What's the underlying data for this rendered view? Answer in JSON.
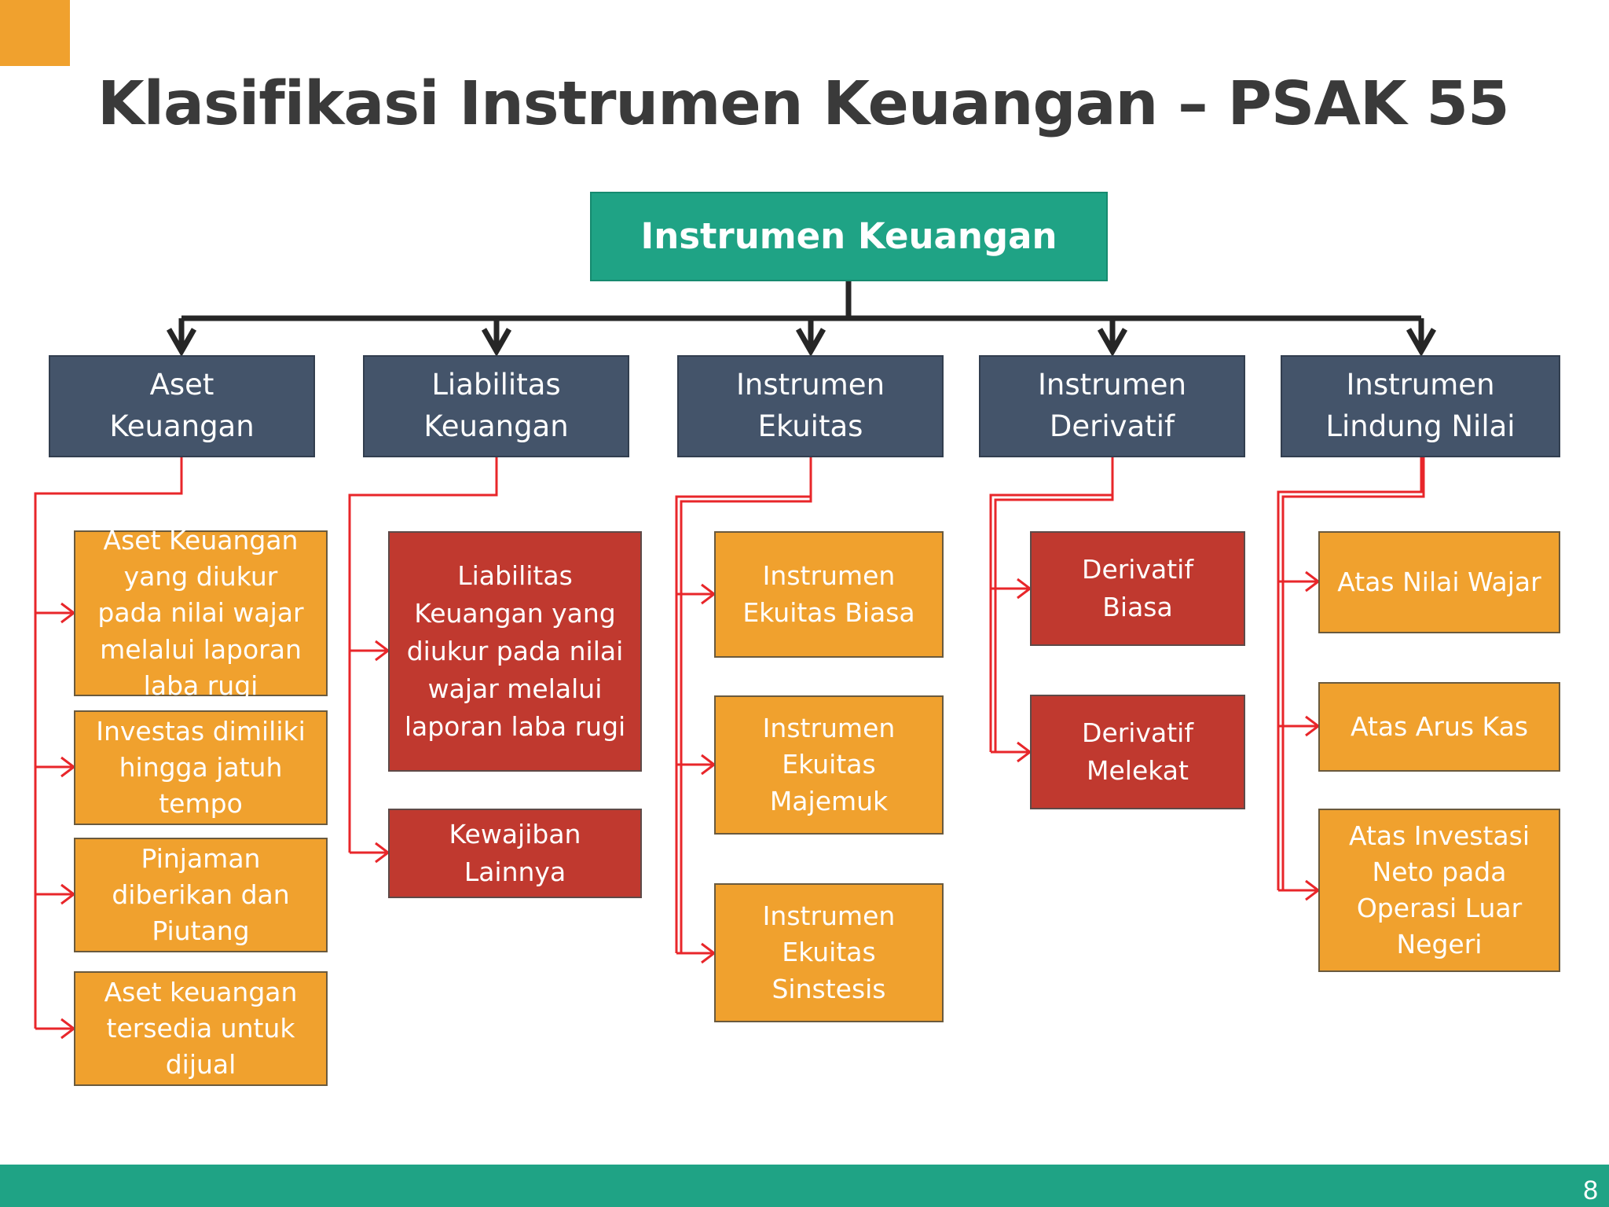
{
  "slide": {
    "title": "Klasifikasi Instrumen Keuangan – PSAK 55",
    "page_number": "8"
  },
  "colors": {
    "accent_orange": "#F0A12E",
    "accent_green": "#1FA385",
    "category_navy": "#44546A",
    "item_red": "#C0392F",
    "connector_red": "#E8262A"
  },
  "root": {
    "label": "Instrumen Keuangan"
  },
  "categories": [
    {
      "label": "Aset Keuangan",
      "items": [
        "Aset Keuangan yang diukur pada nilai wajar melalui laporan laba rugi",
        "Investas dimiliki hingga jatuh tempo",
        "Pinjaman diberikan dan Piutang",
        "Aset keuangan tersedia untuk dijual"
      ]
    },
    {
      "label": "Liabilitas Keuangan",
      "items": [
        "Liabilitas Keuangan yang diukur pada nilai wajar melalui laporan laba rugi",
        "Kewajiban Lainnya"
      ]
    },
    {
      "label": "Instrumen Ekuitas",
      "items": [
        "Instrumen Ekuitas Biasa",
        "Instrumen Ekuitas Majemuk",
        "Instrumen Ekuitas Sinstesis"
      ]
    },
    {
      "label": "Instrumen Derivatif",
      "items": [
        "Derivatif Biasa",
        "Derivatif Melekat"
      ]
    },
    {
      "label": "Instrumen Lindung Nilai",
      "items": [
        "Atas Nilai Wajar",
        "Atas Arus Kas",
        "Atas Investasi Neto pada Operasi Luar Negeri"
      ]
    }
  ]
}
